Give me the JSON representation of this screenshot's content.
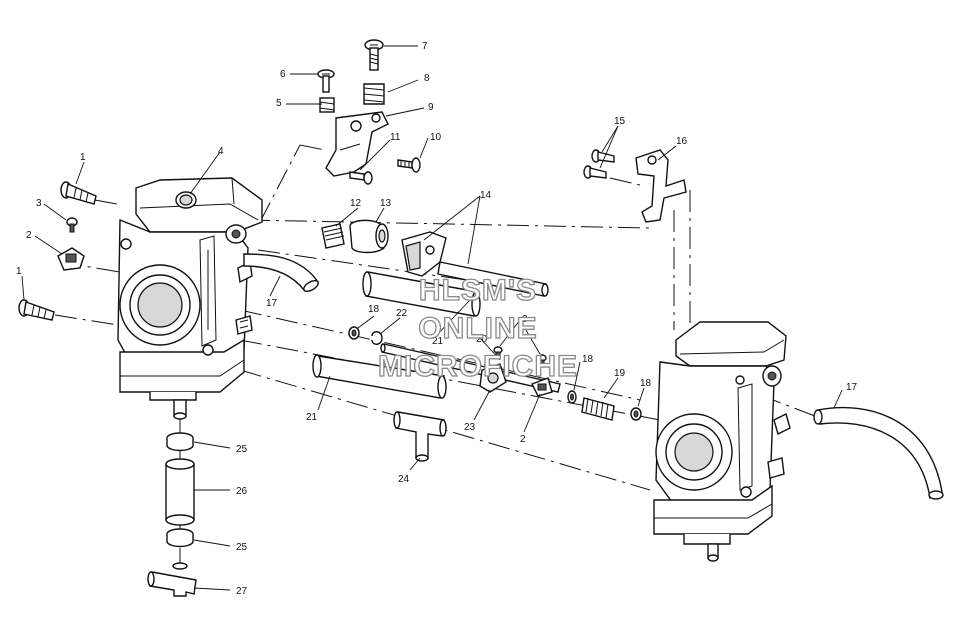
{
  "watermark": {
    "line1": "HLSM'S",
    "line2": "ONLINE",
    "line3": "MICROFICHE"
  },
  "callouts": {
    "c1a": "1",
    "c1b": "1",
    "c2a": "2",
    "c2b": "2",
    "c3a": "3",
    "c3b": "3",
    "c4": "4",
    "c5": "5",
    "c6": "6",
    "c7": "7",
    "c8": "8",
    "c9": "9",
    "c10": "10",
    "c11": "11",
    "c12": "12",
    "c13": "13",
    "c14": "14",
    "c15": "15",
    "c16": "16",
    "c17a": "17",
    "c17b": "17",
    "c18a": "18",
    "c18b": "18",
    "c18c": "18",
    "c19": "19",
    "c20": "20",
    "c21a": "21",
    "c21b": "21",
    "c22": "22",
    "c23": "23",
    "c24": "24",
    "c25a": "25",
    "c25b": "25",
    "c26": "26",
    "c27": "27"
  }
}
